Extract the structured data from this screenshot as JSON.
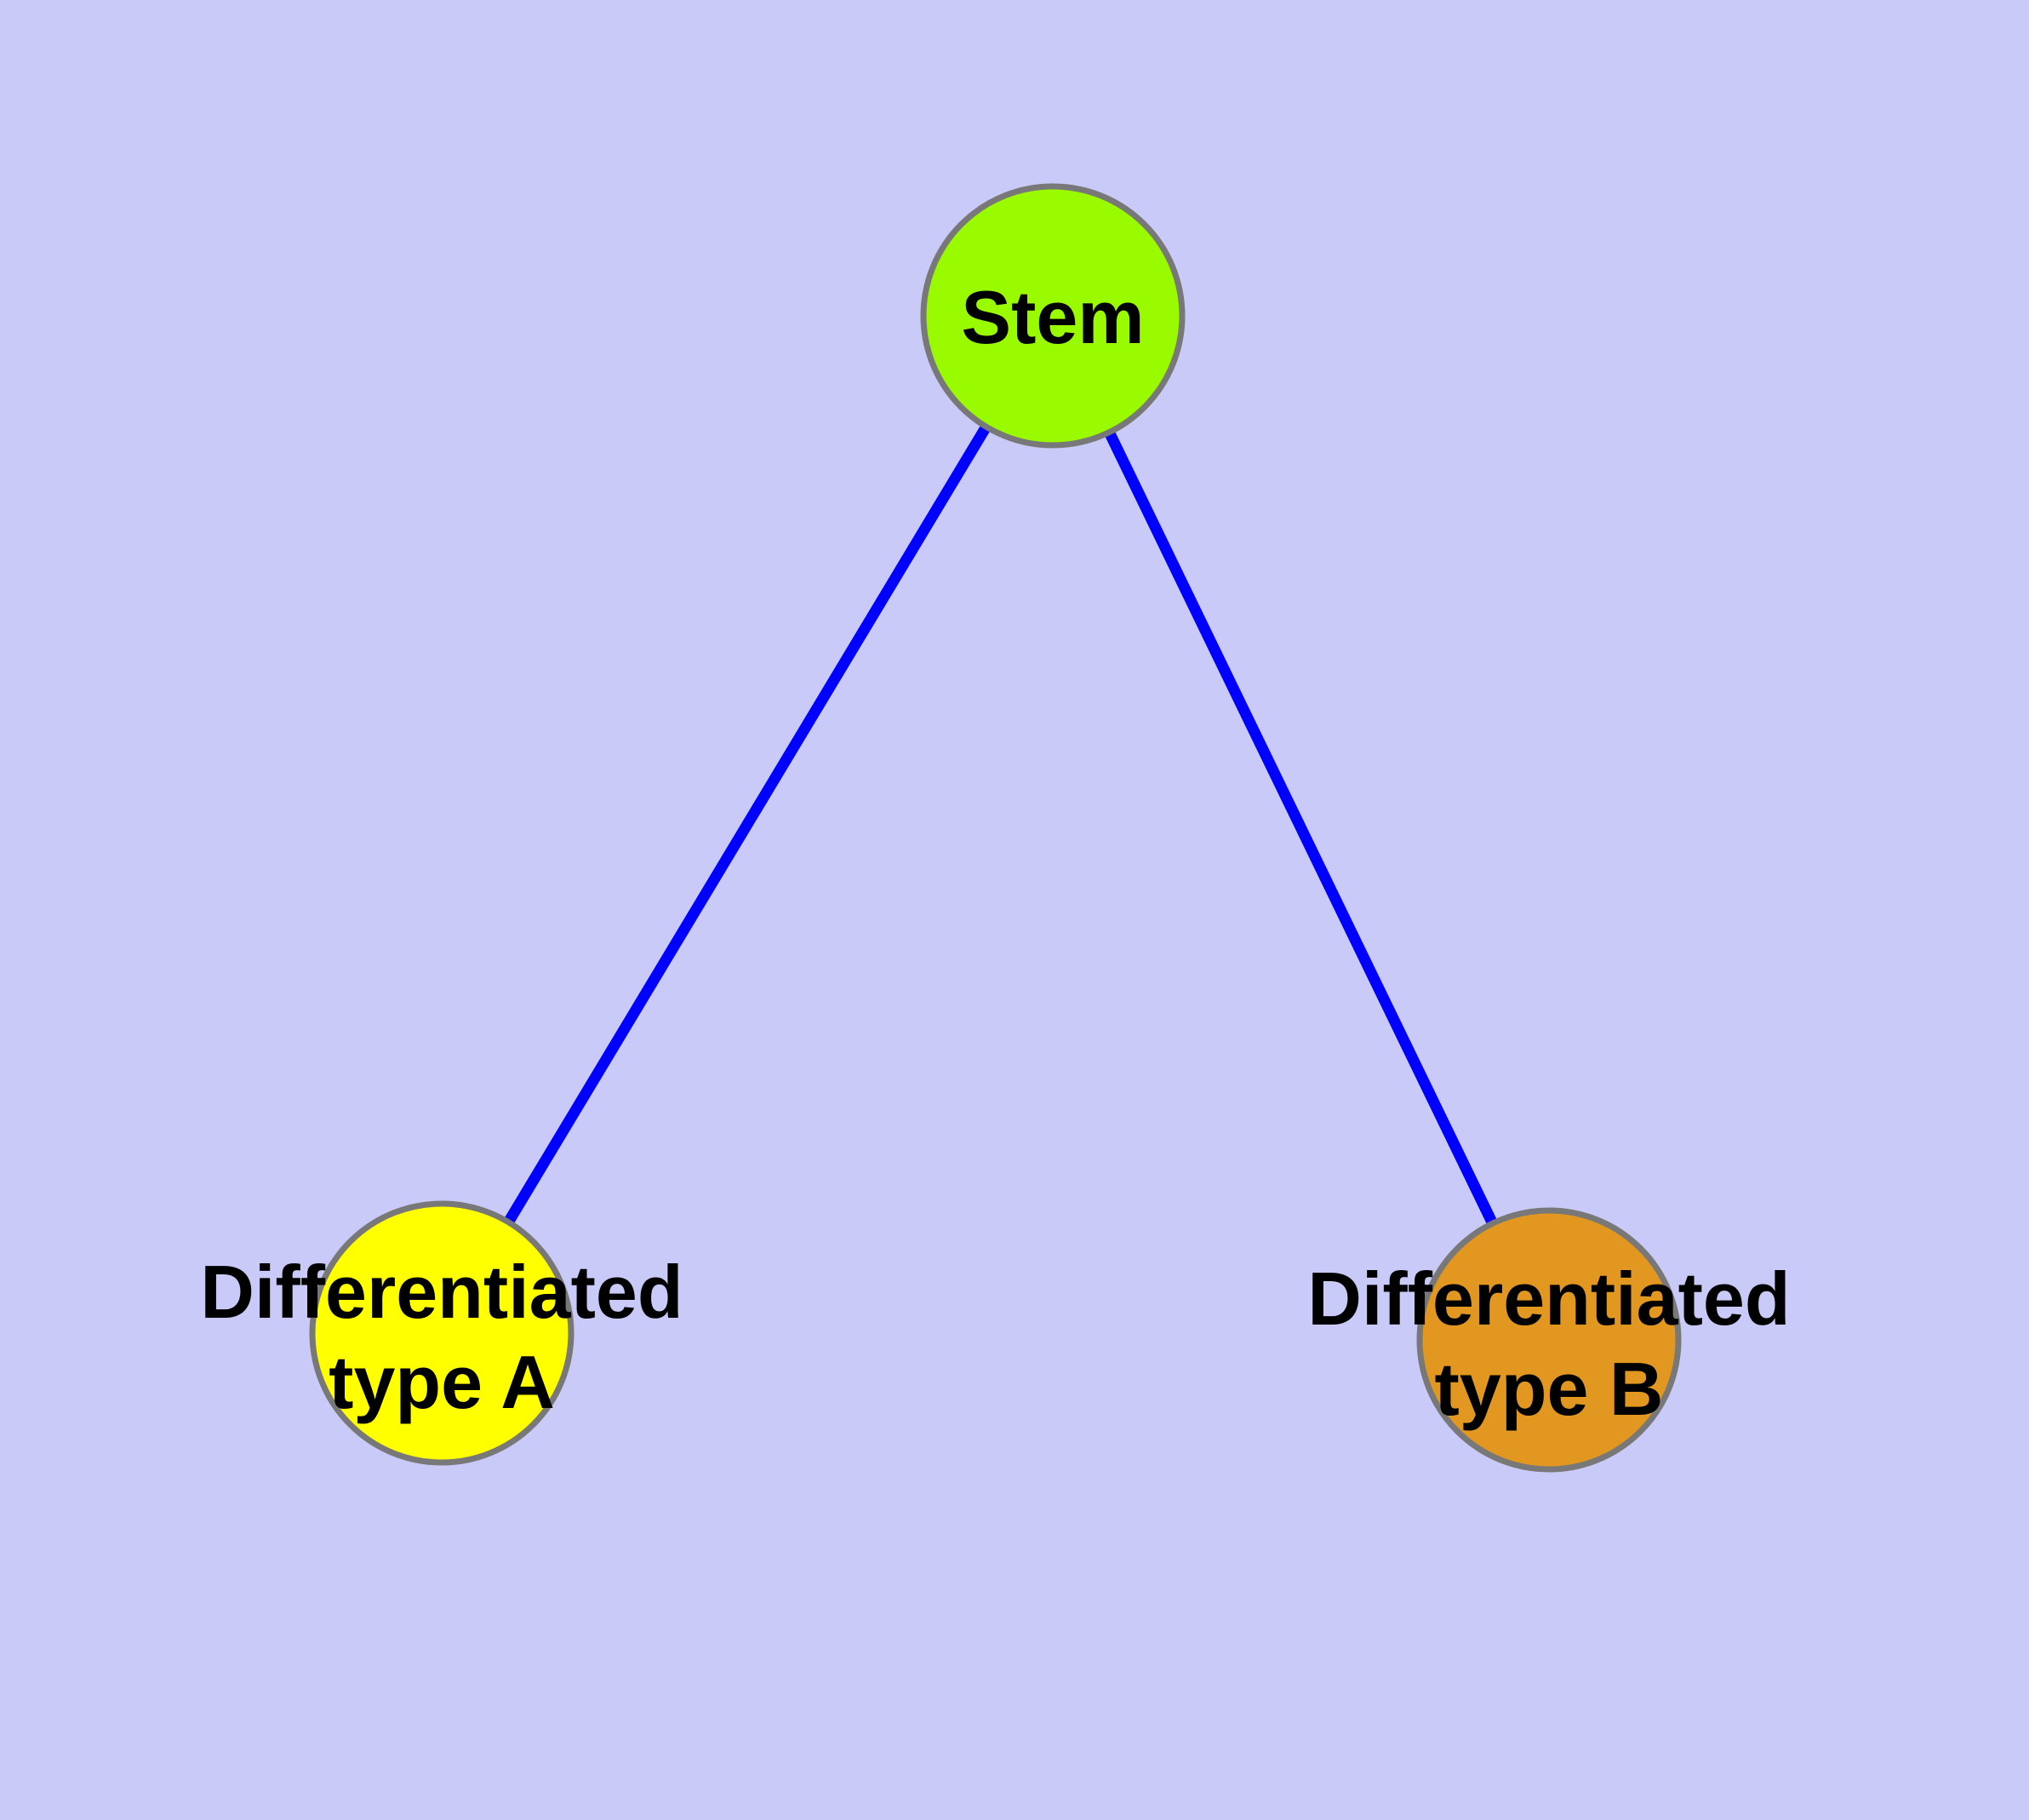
{
  "diagram": {
    "type": "node-link-graph",
    "background_color": "#CACAF8",
    "edge_color": "#0000FF",
    "node_border_color": "#787878",
    "nodes": {
      "stem": {
        "label": "Stem",
        "fill": "#9AFB00"
      },
      "type_a": {
        "label_line1": "Differentiated",
        "label_line2": "type A",
        "fill": "#FFFF00"
      },
      "type_b": {
        "label_line1": "Differentiated",
        "label_line2": "type B",
        "fill": "#E29720"
      }
    },
    "edges": [
      {
        "from": "Stem",
        "to": "Differentiated type A"
      },
      {
        "from": "Stem",
        "to": "Differentiated type B"
      }
    ]
  }
}
